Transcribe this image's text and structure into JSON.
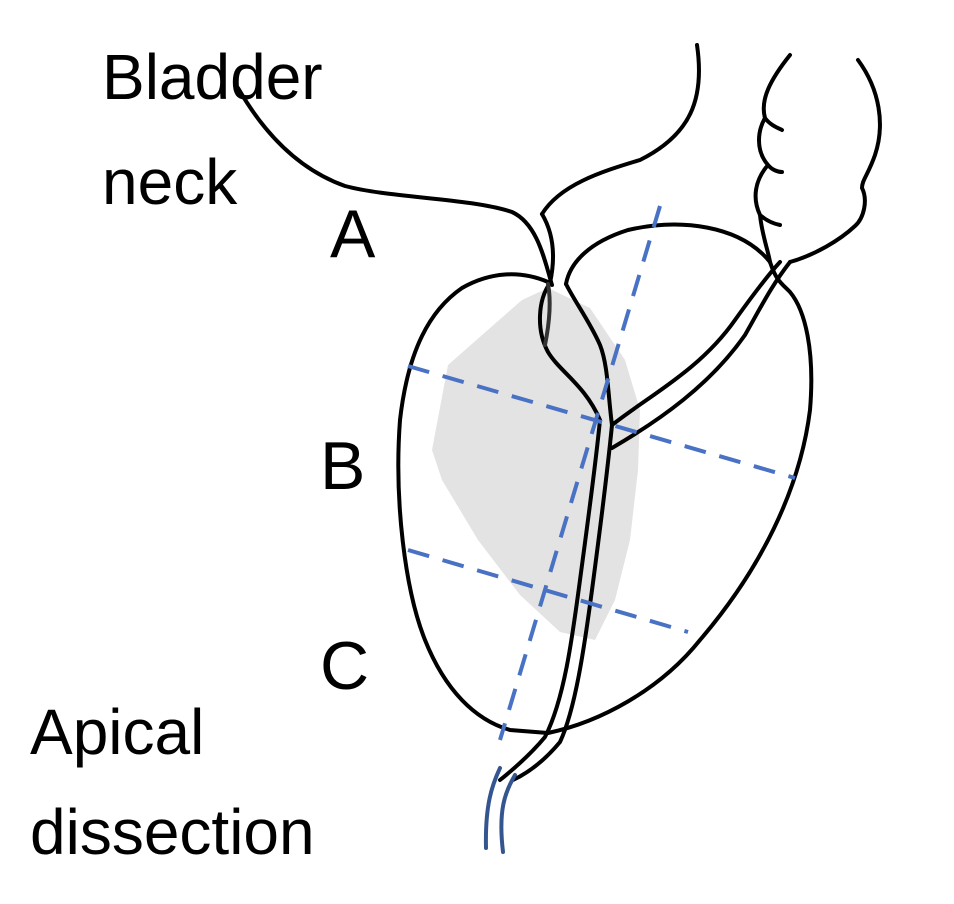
{
  "labels": {
    "bladder_neck_line1": "Bladder",
    "bladder_neck_line2": "neck",
    "zone_a": "A",
    "zone_b": "B",
    "zone_c": "C",
    "apical_line1": "Apical",
    "apical_line2": "dissection"
  },
  "colors": {
    "outline": "#000000",
    "dashed_line": "#4a72c4",
    "shaded_region": "#e3e3e3",
    "urethra_stub": "#34558f"
  }
}
